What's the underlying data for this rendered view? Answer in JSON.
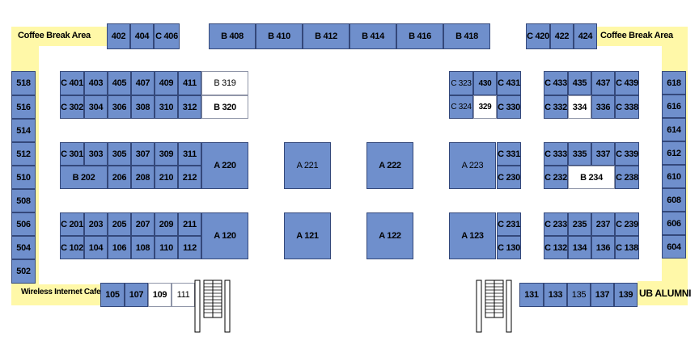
{
  "areas": {
    "coffee_left": "Coffee Break Area",
    "coffee_right": "Coffee Break Area",
    "wifi": "Wireless Internet Cafe",
    "alumni": "UB ALUMNI"
  },
  "booths": {
    "top": [
      "402",
      "404",
      "C 406",
      "B 408",
      "B 410",
      "B 412",
      "B 414",
      "B 416",
      "B 418",
      "C 420",
      "422",
      "424"
    ],
    "left_col": [
      "518",
      "516",
      "514",
      "512",
      "510",
      "508",
      "506",
      "504",
      "502"
    ],
    "right_col": [
      "618",
      "616",
      "614",
      "612",
      "610",
      "608",
      "606",
      "604"
    ],
    "block_300_top": [
      "C 401",
      "403",
      "405",
      "407",
      "409",
      "411",
      "B 319"
    ],
    "block_300_bottom": [
      "C 302",
      "304",
      "306",
      "308",
      "310",
      "312",
      "B 320"
    ],
    "block_300_mid_top": [
      "C 301",
      "303",
      "305",
      "307",
      "309",
      "311"
    ],
    "block_300_mid_bottom": [
      "B 202",
      "206",
      "208",
      "210",
      "212"
    ],
    "a_row_2": [
      "A 220",
      "A 221",
      "A 222",
      "A 223"
    ],
    "block_200_top": [
      "C 201",
      "203",
      "205",
      "207",
      "209",
      "211"
    ],
    "block_200_bottom": [
      "C 102",
      "104",
      "106",
      "108",
      "110",
      "112"
    ],
    "a_row_1": [
      "A 120",
      "A 121",
      "A 122",
      "A 123"
    ],
    "bottom_left": [
      "105",
      "107",
      "109",
      "111"
    ],
    "bottom_right": [
      "131",
      "133",
      "135",
      "137",
      "139"
    ],
    "right_small_top": [
      "C 323",
      "430",
      "C 431"
    ],
    "right_small_bottom": [
      "C 324",
      "329",
      "C 330"
    ],
    "right_small_mid": [
      "C 331",
      "C 230"
    ],
    "right_small_low": [
      "C 231",
      "C 130"
    ],
    "far_right_top": [
      "C 433",
      "435",
      "437",
      "C 439"
    ],
    "far_right_bottom": [
      "C 332",
      "334",
      "336",
      "C 338"
    ],
    "far_right_mid_top": [
      "C 333",
      "335",
      "337",
      "C 339"
    ],
    "far_right_mid_bottom": [
      "C 232",
      "B 234",
      "C 238"
    ],
    "far_right_low_top": [
      "C 233",
      "235",
      "237",
      "C 239"
    ],
    "far_right_low_bottom": [
      "C 132",
      "134",
      "136",
      "C 138"
    ]
  },
  "colors": {
    "booth": "#6f8fcc",
    "booth_border": "#34487a",
    "vacant": "#ffffff",
    "lounge": "#fff8a8"
  }
}
